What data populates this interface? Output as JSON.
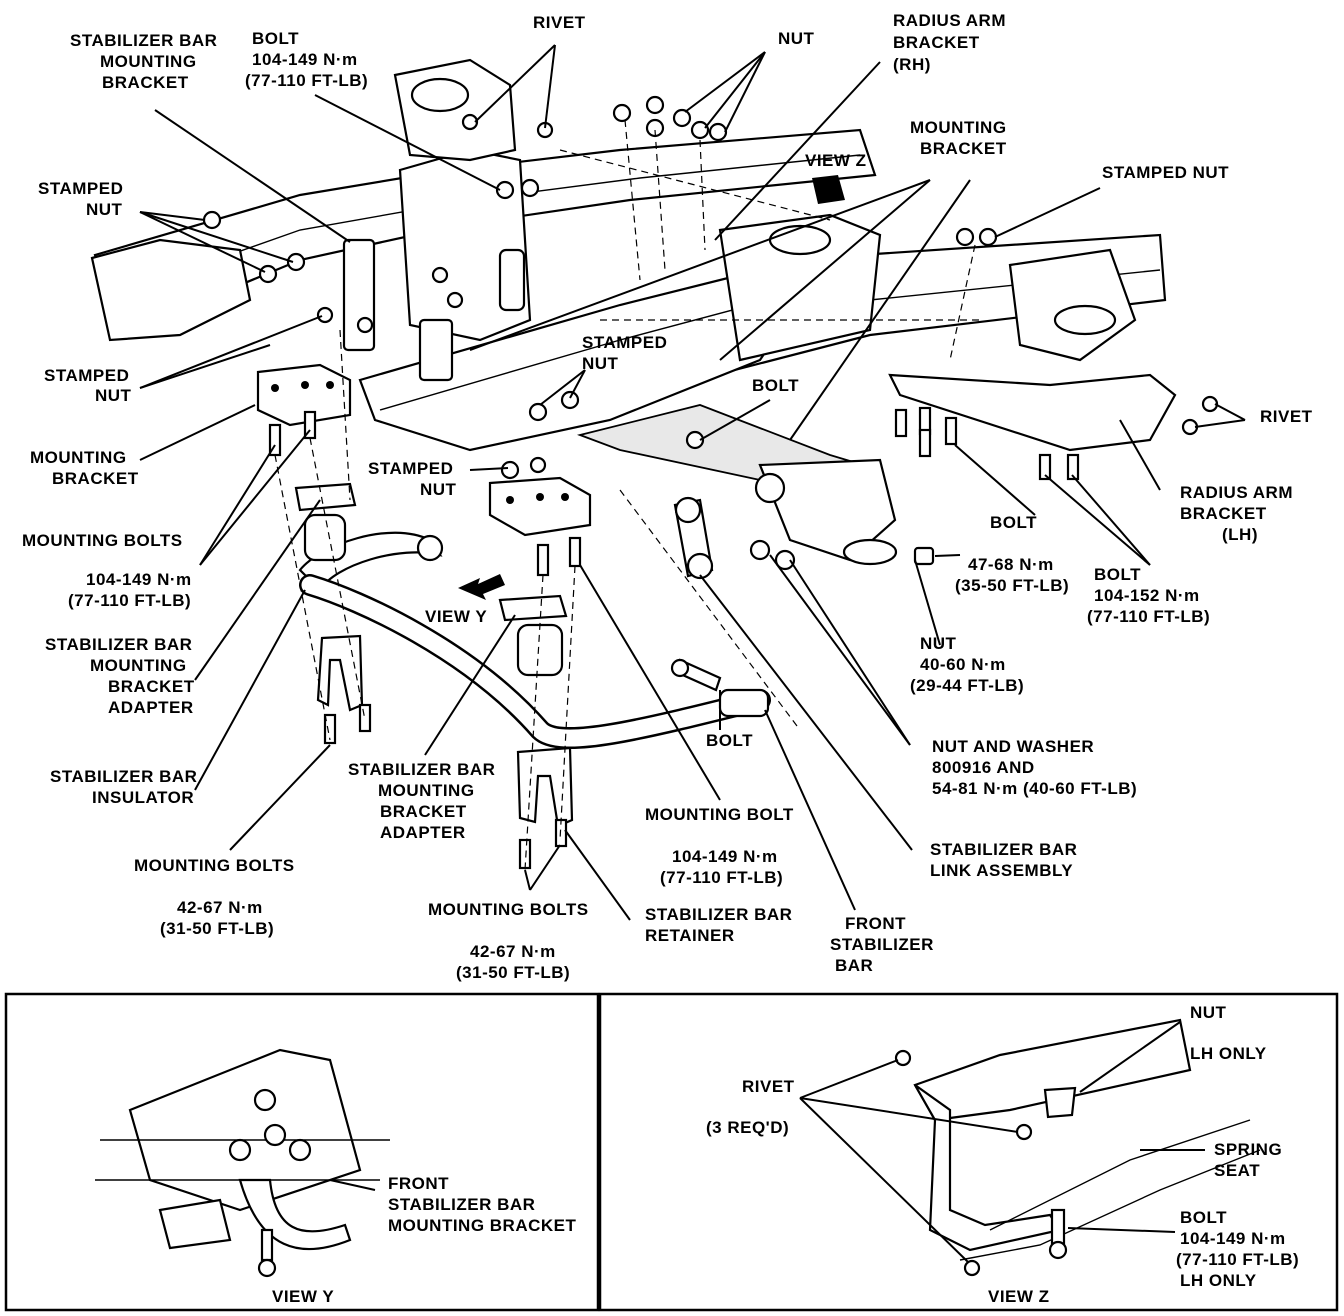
{
  "labels": {
    "rivet_top": "RIVET",
    "nut_top": "NUT",
    "radius_arm_bracket_rh_1": "RADIUS ARM",
    "radius_arm_bracket_rh_2": "BRACKET",
    "radius_arm_bracket_rh_3": "(RH)",
    "stab_bar_mount_bracket_1": "STABILIZER BAR",
    "stab_bar_mount_bracket_2": "MOUNTING",
    "stab_bar_mount_bracket_3": "BRACKET",
    "bolt_top_1": "BOLT",
    "bolt_top_2": "104-149 N·m",
    "bolt_top_3": "(77-110 FT-LB)",
    "mounting_bracket_top_1": "MOUNTING",
    "mounting_bracket_top_2": "BRACKET",
    "view_z_ref": "VIEW Z",
    "stamped_nut_right": "STAMPED NUT",
    "stamped_nut_left_1": "STAMPED",
    "stamped_nut_left_2": "NUT",
    "stamped_nut_left2_1": "STAMPED",
    "stamped_nut_left2_2": "NUT",
    "stamped_nut_center_1": "STAMPED",
    "stamped_nut_center_2": "NUT",
    "stamped_nut_lower_1": "STAMPED",
    "stamped_nut_lower_2": "NUT",
    "bolt_center": "BOLT",
    "rivet_right": "RIVET",
    "mounting_bracket_left_1": "MOUNTING",
    "mounting_bracket_left_2": "BRACKET",
    "radius_arm_bracket_lh_1": "RADIUS ARM",
    "radius_arm_bracket_lh_2": "BRACKET",
    "radius_arm_bracket_lh_3": "(LH)",
    "bolt_right": "BOLT",
    "mounting_bolts_left": "MOUNTING BOLTS",
    "torque_left_1": "104-149 N·m",
    "torque_left_2": "(77-110 FT-LB)",
    "torque_nut_1": "47-68 N·m",
    "torque_nut_2": "(35-50 FT-LB)",
    "bolt_lh_1": "BOLT",
    "bolt_lh_2": "104-152 N·m",
    "bolt_lh_3": "(77-110 FT-LB)",
    "view_y_ref": "VIEW Y",
    "adapter_left_1": "STABILIZER BAR",
    "adapter_left_2": "MOUNTING",
    "adapter_left_3": "BRACKET",
    "adapter_left_4": "ADAPTER",
    "nut_right_1": "NUT",
    "nut_right_2": "40-60 N·m",
    "nut_right_3": "(29-44 FT-LB)",
    "bolt_bar_end": "BOLT",
    "nut_washer_1": "NUT AND WASHER",
    "nut_washer_2": "800916 AND",
    "nut_washer_3": "54-81 N·m (40-60 FT-LB)",
    "insulator_1": "STABILIZER BAR",
    "insulator_2": "INSULATOR",
    "adapter_center_1": "STABILIZER BAR",
    "adapter_center_2": "MOUNTING",
    "adapter_center_3": "BRACKET",
    "adapter_center_4": "ADAPTER",
    "mounting_bolt_center": "MOUNTING BOLT",
    "mounting_bolt_torque_1": "104-149 N·m",
    "mounting_bolt_torque_2": "(77-110 FT-LB)",
    "link_assembly_1": "STABILIZER BAR",
    "link_assembly_2": "LINK ASSEMBLY",
    "mounting_bolts_lower_left": "MOUNTING BOLTS",
    "torque_lower_left_1": "42-67 N·m",
    "torque_lower_left_2": "(31-50 FT-LB)",
    "mounting_bolts_lower_center": "MOUNTING BOLTS",
    "torque_lower_center_1": "42-67 N·m",
    "torque_lower_center_2": "(31-50 FT-LB)",
    "retainer_1": "STABILIZER BAR",
    "retainer_2": "RETAINER",
    "front_bar_1": "FRONT",
    "front_bar_2": "STABILIZER",
    "front_bar_3": "BAR",
    "inset_y_label_1": "FRONT",
    "inset_y_label_2": "STABILIZER BAR",
    "inset_y_label_3": "MOUNTING BRACKET",
    "inset_y_title": "VIEW Y",
    "inset_z_nut": "NUT",
    "inset_z_lh_only": "LH ONLY",
    "inset_z_rivet": "RIVET",
    "inset_z_req": "(3 REQ'D)",
    "inset_z_spring_1": "SPRING",
    "inset_z_spring_2": "SEAT",
    "inset_z_bolt_1": "BOLT",
    "inset_z_bolt_2": "104-149 N·m",
    "inset_z_bolt_3": "(77-110 FT-LB)",
    "inset_z_bolt_4": "LH ONLY",
    "inset_z_title": "VIEW Z"
  }
}
